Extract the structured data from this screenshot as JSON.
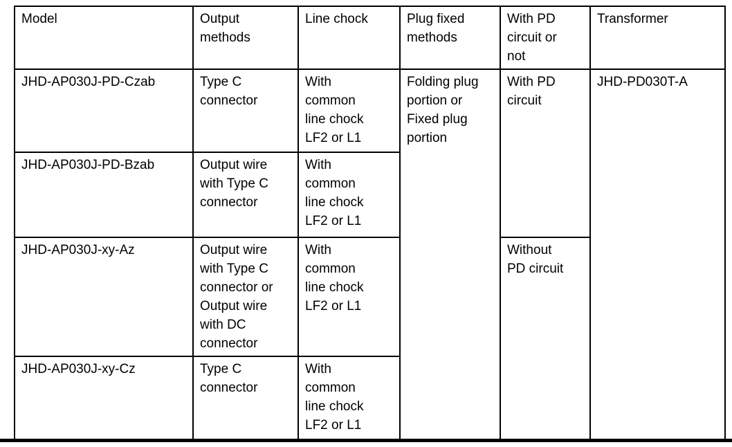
{
  "document": {
    "table": {
      "headers": [
        {
          "id": "model",
          "label": "Model"
        },
        {
          "id": "output-methods",
          "label": "Output\nmethods"
        },
        {
          "id": "line-chock",
          "label": "Line chock"
        },
        {
          "id": "plug-fixed-methods",
          "label": "Plug fixed\nmethods"
        },
        {
          "id": "with-pd-circuit-or-not",
          "label": "With PD\ncircuit or\nnot"
        },
        {
          "id": "transformer",
          "label": "Transformer"
        }
      ],
      "rows": [
        {
          "model": "JHD-AP030J-PD-Czab",
          "output_methods": "Type C\nconnector",
          "line_chock": "With\ncommon\nline chock\nLF2 or L1"
        },
        {
          "model": "JHD-AP030J-PD-Bzab",
          "output_methods": "Output wire\nwith Type C\nconnector",
          "line_chock": "With\ncommon\nline chock\nLF2 or L1"
        },
        {
          "model": "JHD-AP030J-xy-Az",
          "output_methods": "Output wire\nwith Type C\nconnector or\nOutput wire\nwith DC\nconnector",
          "line_chock": "With\ncommon\nline chock\nLF2 or L1"
        },
        {
          "model": "JHD-AP030J-xy-Cz",
          "output_methods": "Type C\nconnector",
          "line_chock": "With\ncommon\nline chock\nLF2 or L1"
        }
      ],
      "merged_cells": {
        "plug_fixed_methods_rows_1_4": "Folding plug\nportion or\nFixed plug\nportion",
        "pd_circuit_rows_1_2": "With PD\ncircuit",
        "pd_circuit_rows_3_4": "Without\nPD circuit",
        "transformer_rows_1_4": "JHD-PD030T-A"
      },
      "colors": {
        "border": "#000000",
        "text": "#000000",
        "background": "#ffffff"
      }
    }
  }
}
